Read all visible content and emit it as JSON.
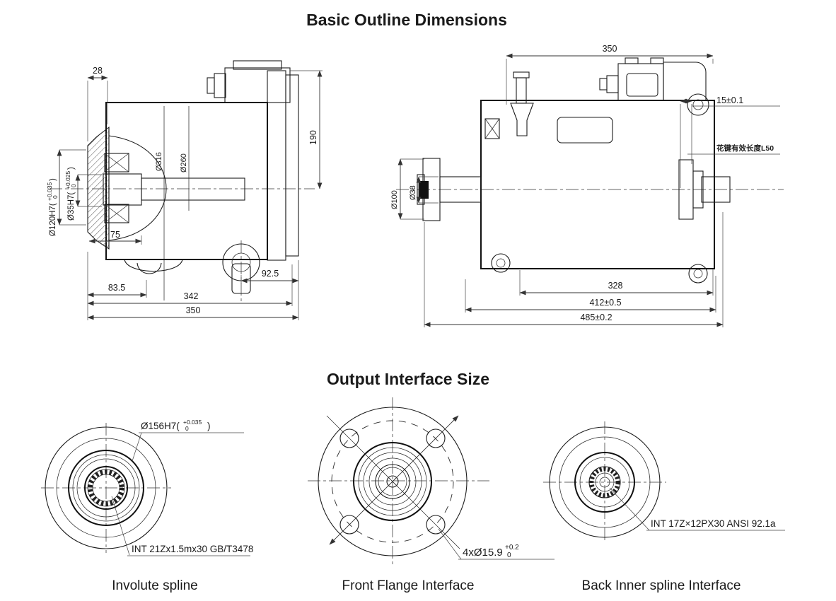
{
  "titles": {
    "outline": "Basic Outline Dimensions",
    "output": "Output Interface Size"
  },
  "left_view": {
    "dim_28": "28",
    "dim_190": "190",
    "dim_316": "Ø316",
    "dim_260": "Ø260",
    "dia_120": {
      "prefix": "Ø120H7(",
      "upper": "+0.035",
      "lower": "0",
      "suffix": ")"
    },
    "dia_35": {
      "prefix": "Ø35H7(",
      "upper": "+0.025",
      "lower": "0",
      "suffix": ")"
    },
    "dim_75": "75",
    "dim_92_5": "92.5",
    "dim_83_5": "83.5",
    "dim_342": "342",
    "dim_350": "350"
  },
  "right_view": {
    "dim_350": "350",
    "dim_15": "15±0.1",
    "spline_note": "花键有效长度L50",
    "dia_100": "Ø100",
    "dia_38": "Ø38",
    "dim_328": "328",
    "dim_412": "412±0.5",
    "dim_485": "485±0.2"
  },
  "interfaces": {
    "involute": {
      "caption": "Involute spline",
      "dia": {
        "prefix": "Ø156H7(",
        "upper": "+0.035",
        "lower": "0",
        "suffix": ")"
      },
      "spec": "INT 21Zx1.5mx30 GB/T3478"
    },
    "flange": {
      "caption": "Front Flange Interface",
      "holes": {
        "prefix": "4xØ15.9",
        "upper": "+0.2",
        "lower": "0"
      }
    },
    "back_spline": {
      "caption": "Back Inner spline Interface",
      "spec": "INT 17Z×12PX30 ANSI 92.1a"
    }
  },
  "colors": {
    "line": "#1c1c1c",
    "background": "#ffffff"
  }
}
